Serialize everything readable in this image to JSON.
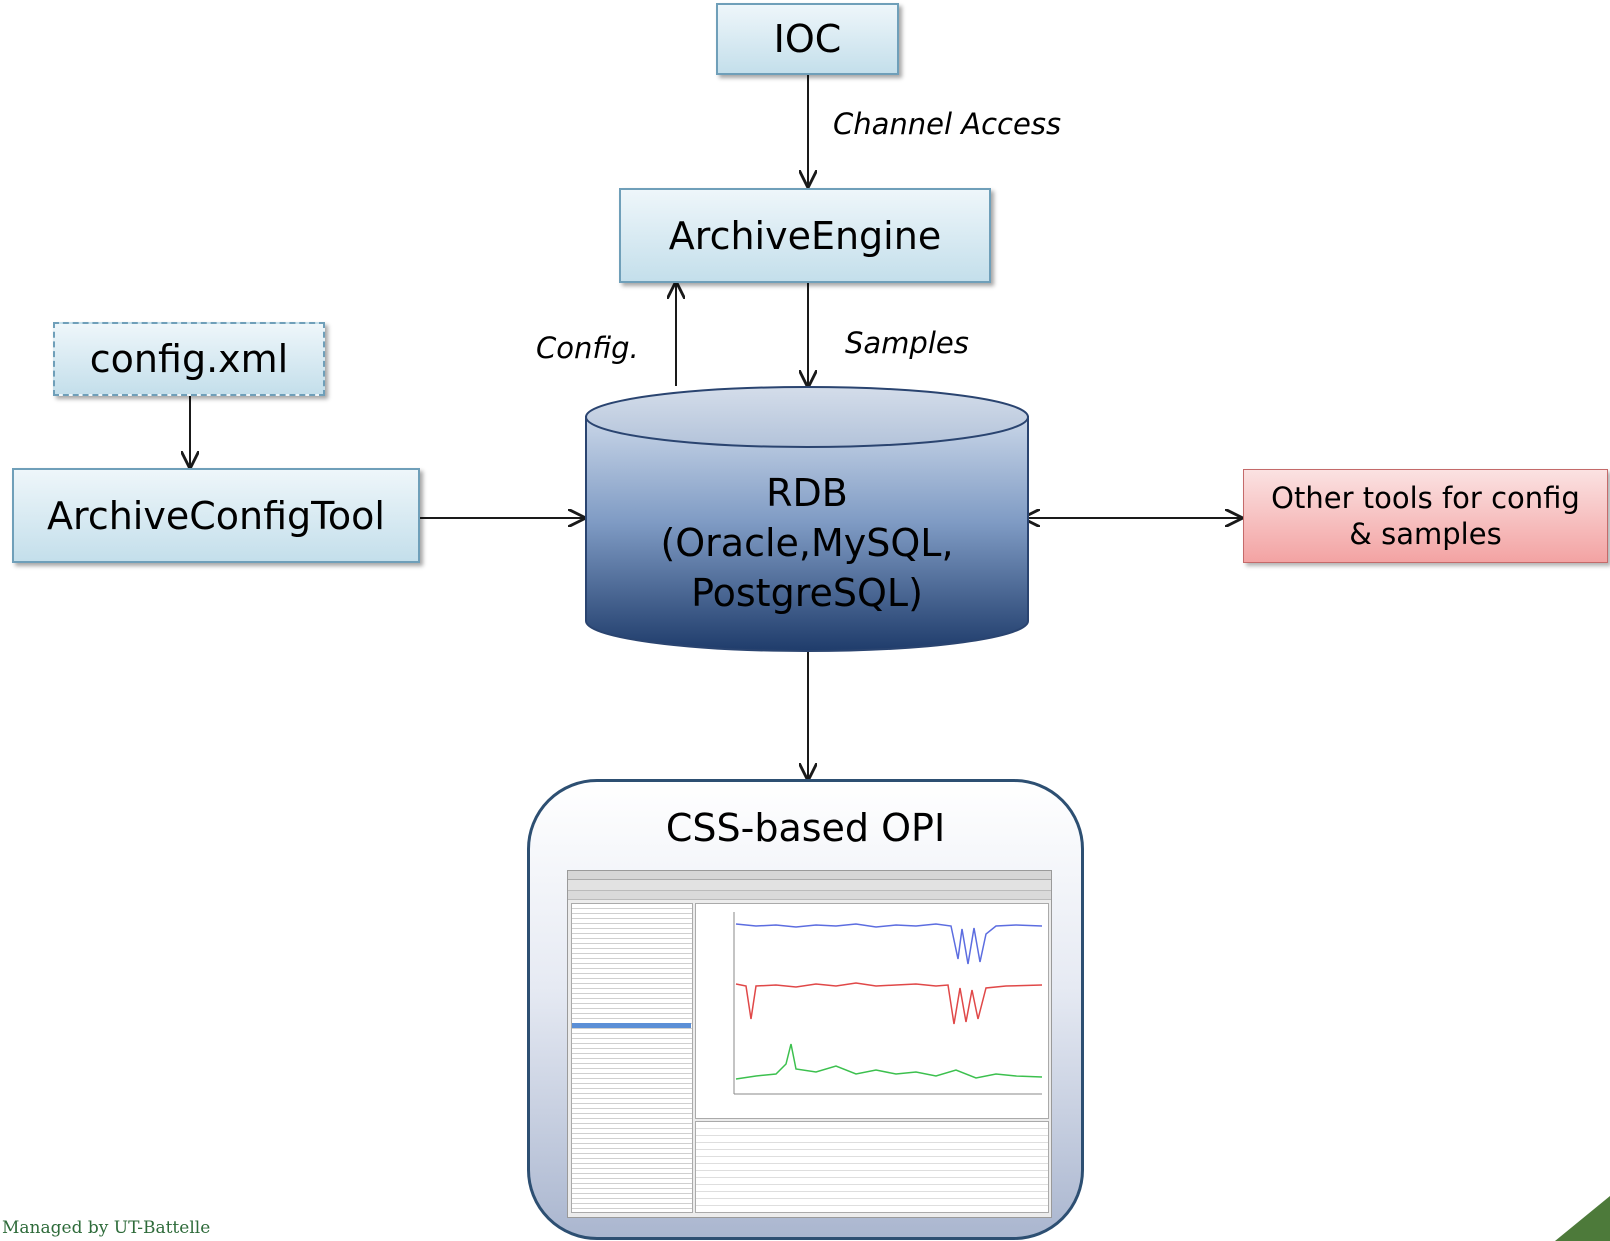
{
  "nodes": {
    "ioc": "IOC",
    "engine": "ArchiveEngine",
    "config_xml": "config.xml",
    "config_tool": "ArchiveConfigTool",
    "rdb_line1": "RDB",
    "rdb_line2": "(Oracle,MySQL,",
    "rdb_line3": "PostgreSQL)",
    "other_tools_line1": "Other tools for config",
    "other_tools_line2": "& samples",
    "opi_title": "CSS-based OPI"
  },
  "edge_labels": {
    "channel_access": "Channel Access",
    "config": "Config.",
    "samples": "Samples"
  },
  "footer": "Managed by UT-Battelle",
  "colors": {
    "box_fill": "#c4dfeb",
    "box_border": "#6f9fb9",
    "db_dark": "#1f3c6b",
    "db_light": "#c9d6e8",
    "other_tools_fill": "#f3a3a3",
    "footer_text": "#2e6b3a",
    "corner_accent": "#4d7a3a"
  }
}
